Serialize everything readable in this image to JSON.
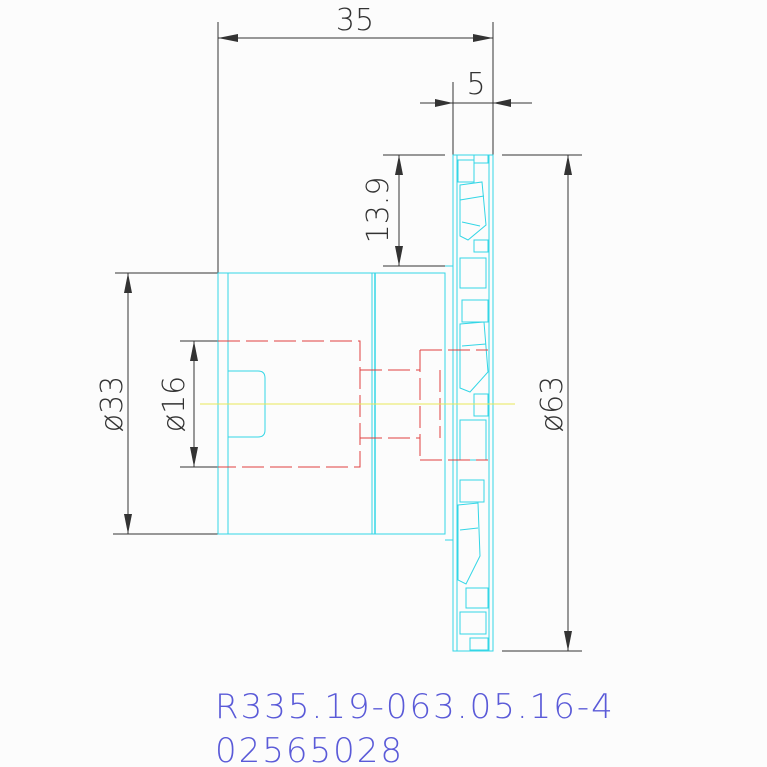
{
  "dimensions": {
    "length": "35",
    "width": "5",
    "height": "13.9",
    "outer_diameter": "ø33",
    "bore_diameter": "ø16",
    "cutter_diameter": "ø63"
  },
  "part": {
    "code": "R335.19-063.05.16-4",
    "number": "02565028"
  },
  "colors": {
    "dimension": "#333333",
    "outline": "#33d6e6",
    "hidden": "#e04040",
    "centerline": "#e8e85a",
    "text_code": "#5a5ad8"
  }
}
